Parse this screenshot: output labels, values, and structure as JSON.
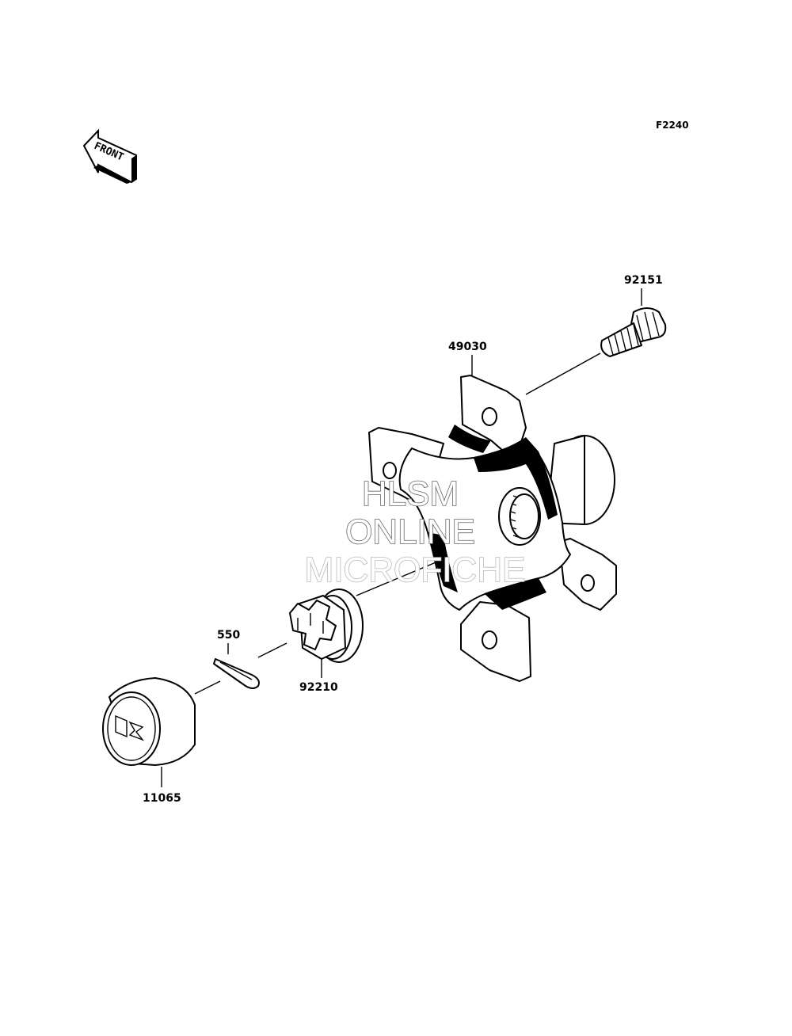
{
  "figure_code": "F2240",
  "front_indicator": {
    "label": "FRONT",
    "icon": "front-arrow-icon"
  },
  "parts": [
    {
      "number": "92151"
    },
    {
      "number": "49030"
    },
    {
      "number": "550"
    },
    {
      "number": "92210"
    },
    {
      "number": "11065"
    }
  ],
  "watermark": {
    "line1": "HLSM",
    "line2": "ONLINE",
    "line3": "MICROFICHE"
  }
}
